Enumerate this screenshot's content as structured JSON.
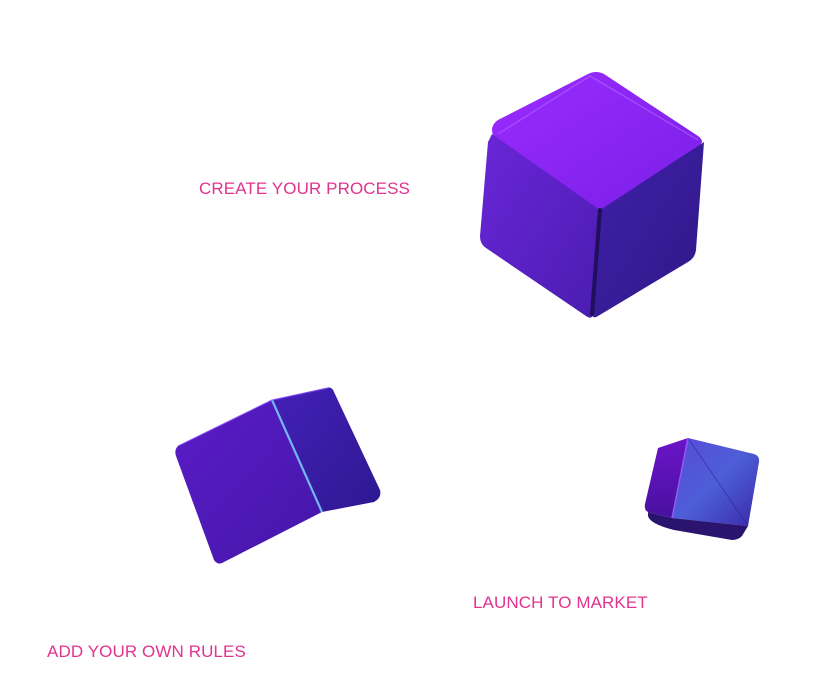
{
  "colors": {
    "label_text": "#e2338e",
    "cube_top": "#8a20f0",
    "cube_left": "#5d22c8",
    "cube_right": "#3a1c9a",
    "cube_highlight": "#7b6ff0",
    "cube_edge": "#2a1470"
  },
  "steps": [
    {
      "label": "CREATE YOUR PROCESS"
    },
    {
      "label": "LAUNCH TO MARKET"
    },
    {
      "label": "ADD YOUR OWN RULES"
    }
  ],
  "decorations": [
    {
      "icon": "cube-icon"
    },
    {
      "icon": "cube-icon"
    },
    {
      "icon": "cube-icon"
    }
  ]
}
